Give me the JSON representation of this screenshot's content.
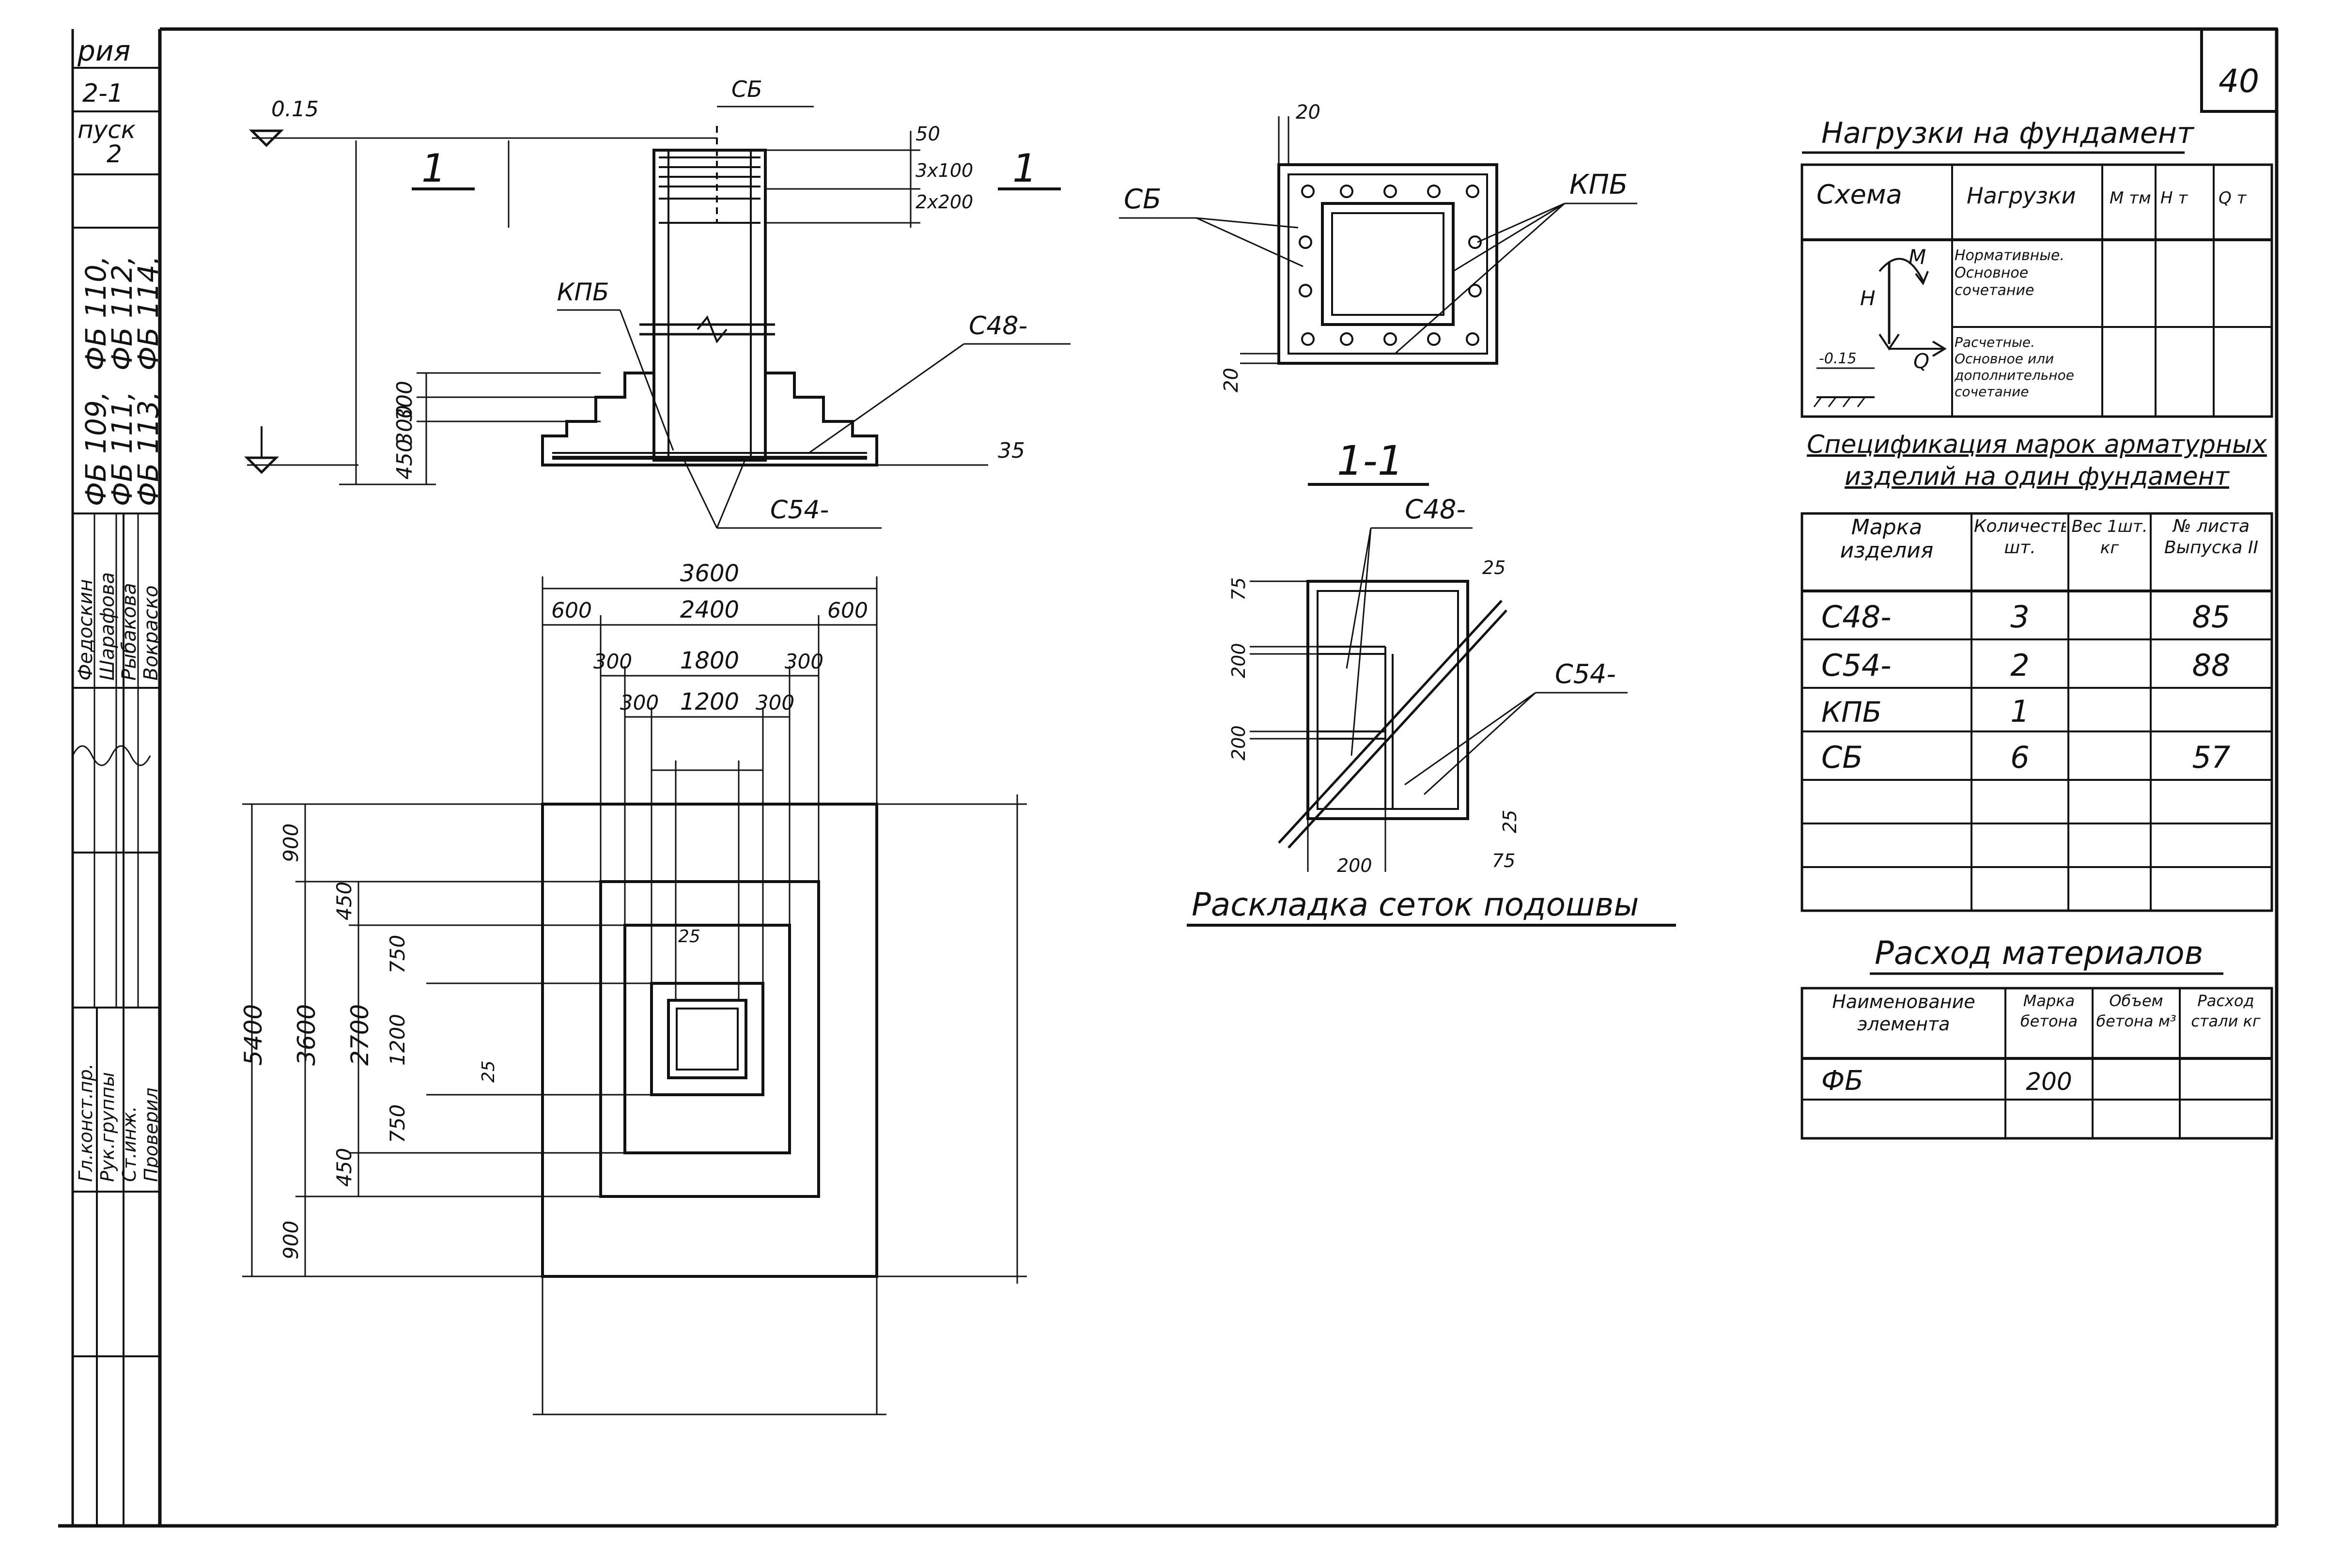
{
  "sheet": {
    "page_number": "40",
    "side_stamp": {
      "series_label": "рия",
      "series_value": "2-1",
      "issue_label": "пуск",
      "issue_value": "2",
      "marks_col1": [
        "ФБ 109,",
        "ФБ 111,",
        "ФБ 113,"
      ],
      "marks_col2": [
        "ФБ 110,",
        "ФБ 112,",
        "ФБ 114."
      ],
      "roles": [
        "Гл.конст.пр.",
        "Рук.группы",
        "Ст.инж.",
        "Проверил"
      ],
      "names": [
        "Федоскин",
        "Шарафова",
        "Рыбакова",
        "Вокраско"
      ]
    }
  },
  "elevation": {
    "top_level": "0.15",
    "section_label": "1",
    "section_label_right": "1",
    "label_sb": "СБ",
    "label_kpb": "КПБ",
    "label_c48": "С48-",
    "label_c54": "С54-",
    "dims": [
      "50",
      "3x100",
      "2x200",
      "300",
      "300",
      "450",
      "35"
    ]
  },
  "plan": {
    "dims_top": [
      "3600",
      "600",
      "2400",
      "600",
      "300",
      "1800",
      "300",
      "300",
      "1200",
      "300"
    ],
    "dims_left": [
      "5400",
      "3600",
      "2700",
      "900",
      "450",
      "750",
      "1200",
      "750",
      "450",
      "900"
    ],
    "dims_inner": [
      "25",
      "25"
    ]
  },
  "column_section": {
    "label_sb": "СБ",
    "label_kpb": "КПБ",
    "dims": [
      "20",
      "20"
    ]
  },
  "mesh_layout": {
    "section_title": "1-1",
    "label_c48": "С48-",
    "label_c54": "С54-",
    "dims": [
      "75",
      "200",
      "200",
      "25",
      "25",
      "75",
      "200"
    ],
    "caption": "Раскладка сеток подошвы"
  },
  "loads_table": {
    "title": "Нагрузки на фундамент",
    "headers": [
      "Схема",
      "Нагрузки",
      "М тм",
      "Н т",
      "Q т"
    ],
    "rows": [
      {
        "load": "Нормативные. Основное сочетание"
      },
      {
        "load": "Расчетные. Основное или дополнительное сочетание"
      }
    ],
    "scheme_labels": [
      "М",
      "Н",
      "Q",
      "-0.15"
    ]
  },
  "spec_table": {
    "title": "Спецификация марок арматурных изделий на один фундамент",
    "headers": [
      "Марка изделия",
      "Количество шт.",
      "Вес 1шт. кг",
      "№ листа Выпуска II"
    ],
    "rows": [
      {
        "mark": "С48-",
        "qty": "3",
        "weight": "",
        "sheet": "85"
      },
      {
        "mark": "С54-",
        "qty": "2",
        "weight": "",
        "sheet": "88"
      },
      {
        "mark": "КПБ",
        "qty": "1",
        "weight": "",
        "sheet": ""
      },
      {
        "mark": "СБ",
        "qty": "6",
        "weight": "",
        "sheet": "57"
      }
    ]
  },
  "materials_table": {
    "title": "Расход материалов",
    "headers": [
      "Наименование элемента",
      "Марка бетона",
      "Объем бетона м³",
      "Расход стали кг"
    ],
    "rows": [
      {
        "name": "ФБ",
        "grade": "200",
        "volume": "",
        "steel": ""
      }
    ]
  }
}
